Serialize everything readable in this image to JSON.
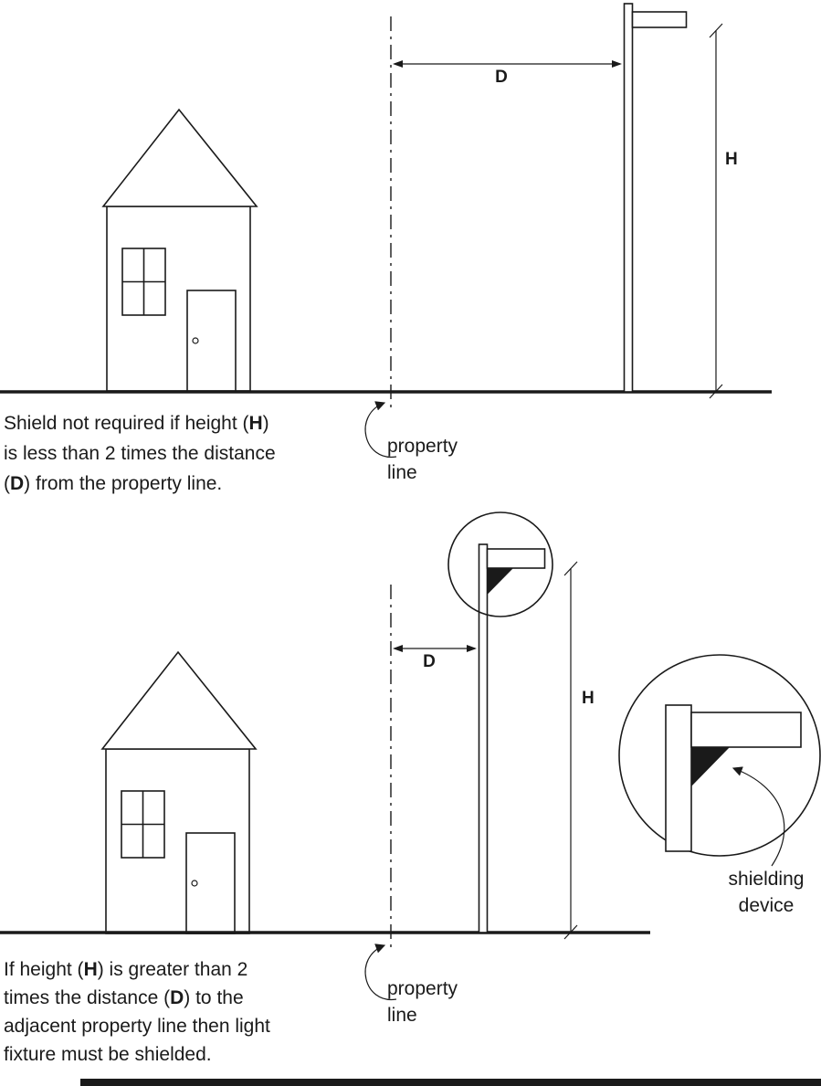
{
  "colors": {
    "ink": "#1a1a1a",
    "background": "#ffffff"
  },
  "diagram_top": {
    "dim_d_label": "D",
    "dim_h_label": "H",
    "property_line_label": "property line",
    "caption": {
      "l1a": "Shield not required if height (",
      "l1b": "H",
      "l1c": ")",
      "l2": "is less than 2 times the distance",
      "l3a": "(",
      "l3b": "D",
      "l3c": ") from the property line."
    }
  },
  "diagram_bottom": {
    "dim_d_label": "D",
    "dim_h_label": "H",
    "property_line_label": "property line",
    "shielding_device_label": "shielding device",
    "caption": {
      "l1a": "If height (",
      "l1b": "H",
      "l1c": ") is greater than 2",
      "l2a": "times the distance (",
      "l2b": "D",
      "l2c": ") to the",
      "l3": "adjacent property line then light",
      "l4": "fixture must be shielded."
    }
  }
}
